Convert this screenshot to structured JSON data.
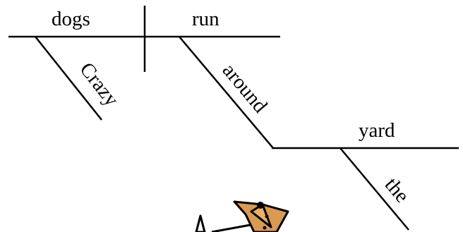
{
  "diagram": {
    "subject": "dogs",
    "verb": "run",
    "subject_modifier": "Crazy",
    "verb_modifier": "around",
    "object": "yard",
    "object_modifier": "the"
  },
  "colors": {
    "line": "#000000",
    "dog_fill": "#d99a52",
    "background": "#ffffff"
  }
}
